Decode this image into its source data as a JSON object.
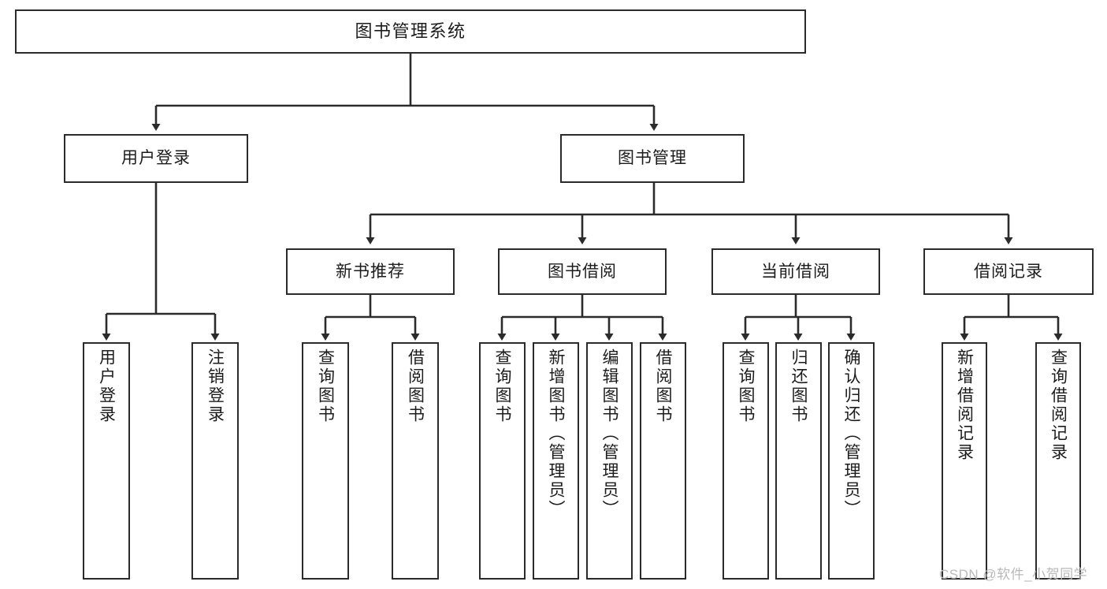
{
  "diagram": {
    "title": "图书管理系统",
    "type": "tree-hierarchy-functional-decomposition",
    "line_color": "#2b2b2b",
    "box_fill": "#ffffff",
    "text_color": "#1c1c1c",
    "root": {
      "label": "图书管理系统"
    },
    "level1": [
      {
        "label": "用户登录"
      },
      {
        "label": "图书管理"
      }
    ],
    "level2": [
      {
        "label": "新书推荐"
      },
      {
        "label": "图书借阅"
      },
      {
        "label": "当前借阅"
      },
      {
        "label": "借阅记录"
      }
    ],
    "leaves": {
      "user_login": [
        {
          "label": "用户登录"
        },
        {
          "label": "注销登录"
        }
      ],
      "new_book_recommend": [
        {
          "label": "查询图书"
        },
        {
          "label": "借阅图书"
        }
      ],
      "book_borrow": [
        {
          "label": "查询图书"
        },
        {
          "label": "新增图书（管理员）"
        },
        {
          "label": "编辑图书（管理员）"
        },
        {
          "label": "借阅图书"
        }
      ],
      "current_borrow": [
        {
          "label": "查询图书"
        },
        {
          "label": "归还图书"
        },
        {
          "label": "确认归还（管理员）"
        }
      ],
      "borrow_record": [
        {
          "label": "新增借阅记录"
        },
        {
          "label": "查询借阅记录"
        }
      ]
    }
  },
  "watermark": {
    "text": "CSDN @软件_小贺同学"
  }
}
